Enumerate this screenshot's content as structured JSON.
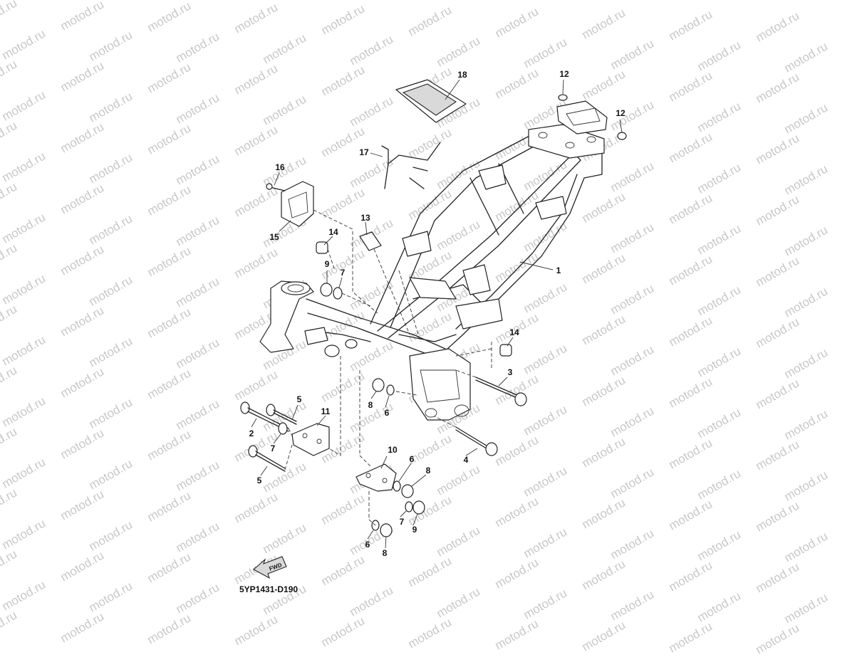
{
  "watermark": "motod.ru",
  "diagram_code": "5YP1431-D190",
  "fwd_label": "FWD",
  "callouts": [
    {
      "id": "c18a",
      "label": "18"
    },
    {
      "id": "c12a",
      "label": "12"
    },
    {
      "id": "c12b",
      "label": "12"
    },
    {
      "id": "c17",
      "label": "17"
    },
    {
      "id": "c16",
      "label": "16"
    },
    {
      "id": "c15",
      "label": "15"
    },
    {
      "id": "c13",
      "label": "13"
    },
    {
      "id": "c14a",
      "label": "14"
    },
    {
      "id": "c1",
      "label": "1"
    },
    {
      "id": "c9a",
      "label": "9"
    },
    {
      "id": "c7a",
      "label": "7"
    },
    {
      "id": "c14b",
      "label": "14"
    },
    {
      "id": "c3",
      "label": "3"
    },
    {
      "id": "c8a",
      "label": "8"
    },
    {
      "id": "c6a",
      "label": "6"
    },
    {
      "id": "c5a",
      "label": "5"
    },
    {
      "id": "c11",
      "label": "11"
    },
    {
      "id": "c2",
      "label": "2"
    },
    {
      "id": "c7b",
      "label": "7"
    },
    {
      "id": "c4",
      "label": "4"
    },
    {
      "id": "c10",
      "label": "10"
    },
    {
      "id": "c6b",
      "label": "6"
    },
    {
      "id": "c8b",
      "label": "8"
    },
    {
      "id": "c5b",
      "label": "5"
    },
    {
      "id": "c7c",
      "label": "7"
    },
    {
      "id": "c9b",
      "label": "9"
    },
    {
      "id": "c6c",
      "label": "6"
    },
    {
      "id": "c8c",
      "label": "8"
    }
  ]
}
